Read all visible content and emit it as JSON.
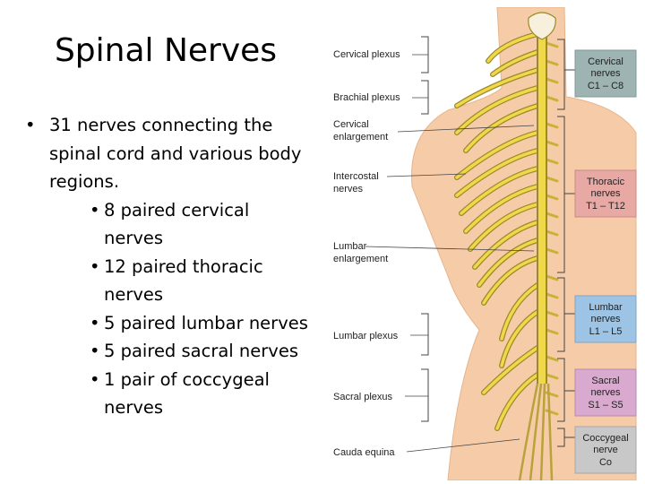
{
  "slide": {
    "title": "Spinal Nerves",
    "bullet": "31 nerves connecting the spinal cord and various body regions.",
    "subbullets": [
      "8 paired cervical nerves",
      "12 paired thoracic nerves",
      "5 paired lumbar nerves",
      "5 paired sacral nerves",
      "1 pair of coccygeal nerves"
    ]
  },
  "figure": {
    "left_labels": {
      "cervical_plexus": "Cervical plexus",
      "brachial_plexus": "Brachial plexus",
      "cervical_enlargement": [
        "Cervical",
        "enlargement"
      ],
      "intercostal_nerves": [
        "Intercostal",
        "nerves"
      ],
      "lumbar_enlargement": [
        "Lumbar",
        "enlargement"
      ],
      "lumbar_plexus": "Lumbar plexus",
      "sacral_plexus": "Sacral plexus",
      "cauda_equina": "Cauda equina"
    },
    "boxes": [
      {
        "lines": [
          "Cervical",
          "nerves",
          "C1 – C8"
        ],
        "color": "#9db4b3"
      },
      {
        "lines": [
          "Thoracic",
          "nerves",
          "T1 – T12"
        ],
        "color": "#e8a9a4"
      },
      {
        "lines": [
          "Lumbar",
          "nerves",
          "L1 – L5"
        ],
        "color": "#9dc4e4"
      },
      {
        "lines": [
          "Sacral",
          "nerves",
          "S1 – S5"
        ],
        "color": "#d9a9cf"
      },
      {
        "lines": [
          "Coccygeal",
          "nerve",
          "Co"
        ],
        "color": "#c8c8c8"
      }
    ],
    "colors": {
      "skin": "#f6cba8",
      "nerve": "#f1d84a",
      "nerve_outline": "#9a8a2a"
    }
  }
}
